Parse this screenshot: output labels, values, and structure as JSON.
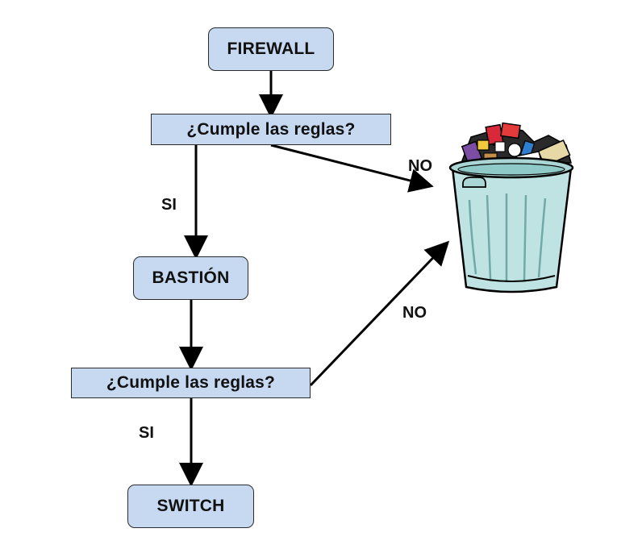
{
  "nodes": {
    "firewall": "FIREWALL",
    "decision_1": "¿Cumple las reglas?",
    "bastion": "BASTIÓN",
    "decision_2": "¿Cumple las reglas?",
    "switch": "SWITCH"
  },
  "edge_labels": {
    "yes_1": "SI",
    "no_1": "NO",
    "yes_2": "SI",
    "no_2": "NO"
  },
  "icons": {
    "trash": "trash-can-icon"
  },
  "colors": {
    "node_fill": "#c6d9f1",
    "node_border": "#2b2b2b",
    "arrow": "#000000",
    "trash_body": "#bfe3e2"
  }
}
